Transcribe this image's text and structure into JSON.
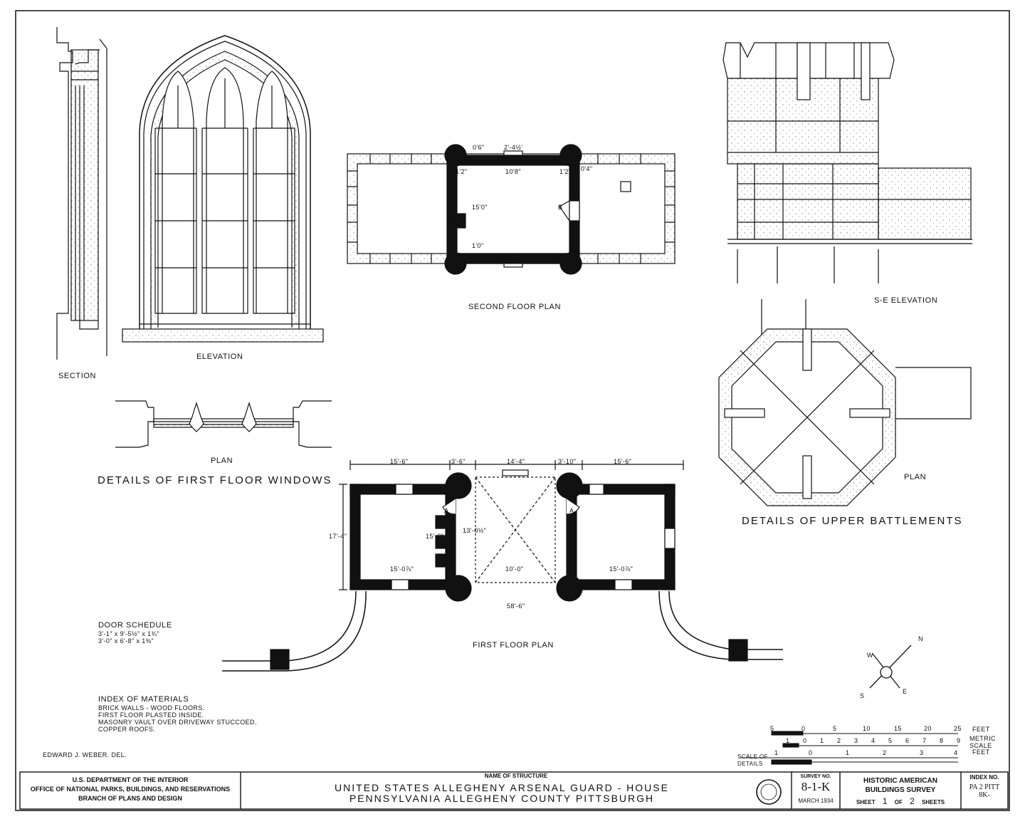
{
  "labels": {
    "section": "SECTION",
    "elevation": "ELEVATION",
    "plan_window": "PLAN",
    "details_windows": "DETAILS OF FIRST FLOOR WINDOWS",
    "second_floor_plan": "SECOND FLOOR PLAN",
    "se_elevation": "S-E ELEVATION",
    "plan_battlements": "PLAN",
    "details_battlements": "DETAILS OF UPPER BATTLEMENTS",
    "first_floor_plan": "FIRST FLOOR PLAN",
    "draftsman": "EDWARD J. WEBER. DEL."
  },
  "second_floor_dims": {
    "d1": "2'-4½'",
    "d2": "0'6\"",
    "d3": "1'2\"",
    "d4": "10'8\"",
    "d5": "1'2\"",
    "d6": "0'4\"",
    "d7": "15'0\"",
    "d8": "1'0\"",
    "door": "B"
  },
  "first_floor_dims": {
    "top1": "15'-6\"",
    "top2": "3'-6\"",
    "top3": "14'-4\"",
    "top4": "3'-10\"",
    "top5": "15'-6\"",
    "overall_h": "17'-4\"",
    "inner_w": "15'-0⅞\"",
    "inner_w2": "15'-0⅞\"",
    "center_w": "10'-0\"",
    "vault_h": "15'-0\"",
    "vault_h2": "13'-0½\"",
    "total": "58'-6\"",
    "door_a": "A"
  },
  "door_schedule": {
    "title": "DOOR SCHEDULE",
    "lines": [
      "3'-1\" x 9'-5½\" x 1¾\"",
      "3'-0\" x 6'-8\" x 1⅜\""
    ]
  },
  "index_of_materials": {
    "title": "INDEX OF MATERIALS",
    "lines": [
      "BRICK WALLS - WOOD FLOORS.",
      "FIRST FLOOR PLASTED INSIDE.",
      "MASONRY VAULT OVER DRIVEWAY STUCCOED.",
      "COPPER ROOFS."
    ]
  },
  "compass": {
    "n": "N",
    "e": "E",
    "s": "S",
    "w": "W"
  },
  "scale": {
    "feet_ticks": [
      "5",
      "0",
      "5",
      "10",
      "15",
      "20",
      "25"
    ],
    "meter_ticks": [
      "1",
      "0",
      "1",
      "2",
      "3",
      "4",
      "5",
      "6",
      "7",
      "8",
      "9"
    ],
    "detail_ticks": [
      "1",
      "0",
      "1",
      "2",
      "3",
      "4"
    ],
    "feet_label": "FEET",
    "metric_label": "METRIC SCALE",
    "feet_label2": "FEET",
    "details_label": "SCALE OF DETAILS"
  },
  "title_block": {
    "dept": "U.S. DEPARTMENT OF THE INTERIOR",
    "office": "OFFICE OF NATIONAL PARKS, BUILDINGS, AND RESERVATIONS",
    "branch": "BRANCH OF PLANS AND DESIGN",
    "name_label": "NAME OF STRUCTURE",
    "name_line1": "UNITED STATES ALLEGHENY ARSENAL GUARD - HOUSE",
    "name_line2": "PENNSYLVANIA ALLEGHENY COUNTY PITTSBURGH",
    "survey_label": "SURVEY NO.",
    "survey_no": "8-1-K",
    "date": "MARCH 1934",
    "habs1": "HISTORIC AMERICAN",
    "habs2": "BUILDINGS SURVEY",
    "sheet_word": "SHEET",
    "sheet_no": "1",
    "of_word": "OF",
    "sheet_total": "2",
    "sheets_word": "SHEETS",
    "index_label": "INDEX NO.",
    "index_val": "PA 2 PITT 8K-"
  }
}
